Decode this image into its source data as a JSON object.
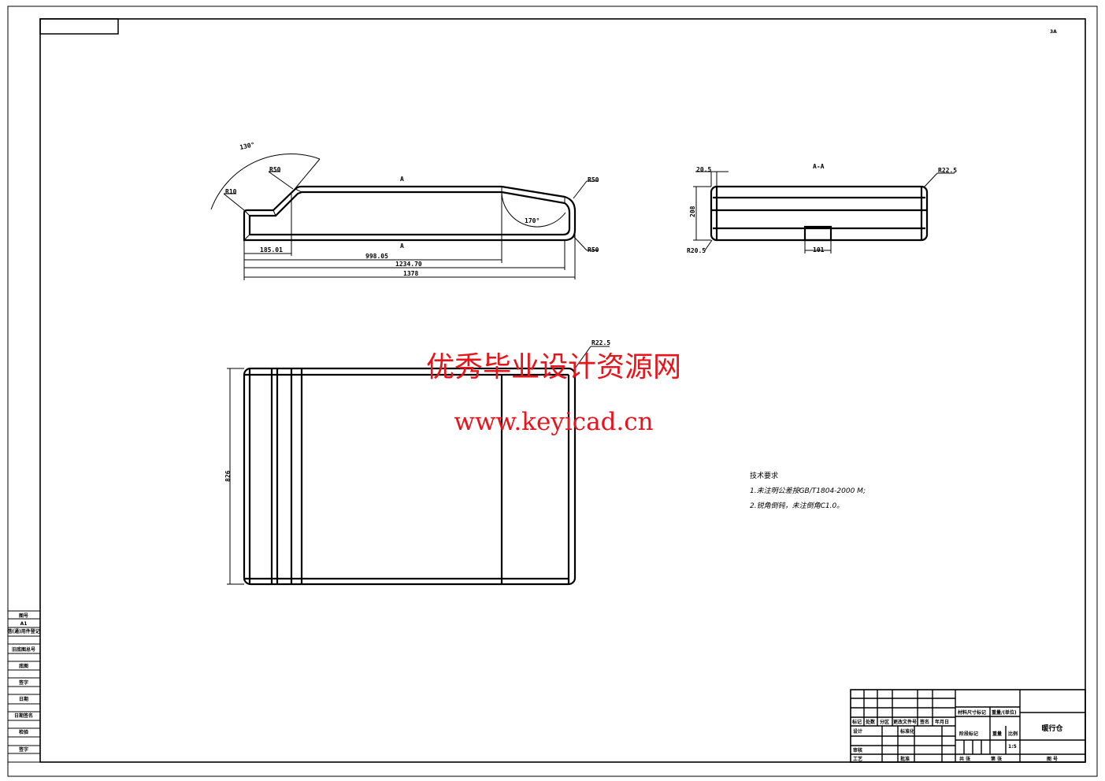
{
  "sheet": {
    "corner_mark": "3A"
  },
  "side_view": {
    "dims": {
      "r10": "R10",
      "r50_a": "R50",
      "r50_b": "R50",
      "r50_c": "R50",
      "angle1": "130°",
      "angle2": "170°",
      "d1": "185.01",
      "d2": "998.05",
      "d3": "1234.70",
      "d4": "1378"
    },
    "section_top": "A",
    "section_bottom": "A"
  },
  "front_view": {
    "label": "A-A",
    "dims": {
      "w": "20.5",
      "h": "208",
      "r1": "R22.5",
      "r2": "R20.5",
      "slot": "101"
    }
  },
  "top_view": {
    "dims": {
      "h": "826",
      "r": "R22.5"
    }
  },
  "watermark": {
    "title": "优秀毕业设计资源网",
    "url": "www.keyicad.cn",
    "color": "#e8141b"
  },
  "notes": {
    "title": "技术要求",
    "lines": [
      "1.未注明公差按GB/T1804-2000 M;",
      "2.锐角倒钝，未注倒角C1.0。"
    ]
  },
  "sidebar": [
    "图号",
    "A1",
    "借(通)用件登记",
    "旧底图总号",
    "底图",
    "签字",
    "日期",
    "日期签名",
    "检验",
    "签字"
  ],
  "title_block": {
    "part_name": "暖行仓",
    "headers": [
      "标记",
      "处数",
      "分区",
      "更改文件号",
      "签名",
      "年月日"
    ],
    "roles": {
      "design": "设计",
      "standard": "标准化",
      "review": "审核",
      "process": "工艺",
      "approve": "批准"
    },
    "material": "材料尺寸标记",
    "unit": "重量/(单位)",
    "stage": "阶段标记",
    "weight": "重量",
    "scale_label": "比例",
    "scale": "1:5",
    "sheets": "共  张",
    "sheet_no": "第  张",
    "drawing_no": "图 号"
  }
}
